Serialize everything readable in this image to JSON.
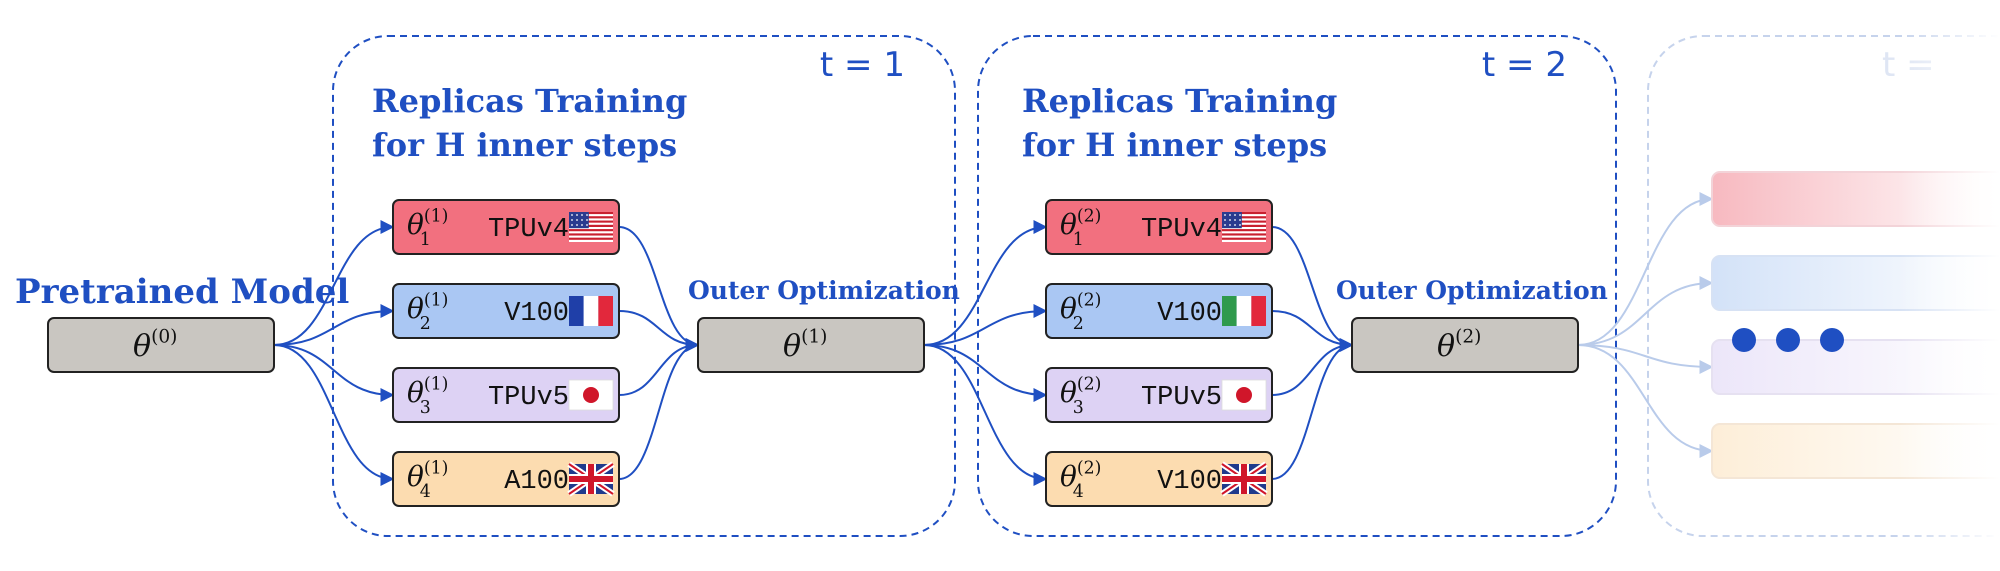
{
  "colors": {
    "accent": "#1f4fc2",
    "node_fill": "#c9c6c1",
    "red": "#f2707f",
    "blue": "#aac7f3",
    "purple": "#ddd2f4",
    "orange": "#fcdcb0"
  },
  "pretrained": {
    "label": "Pretrained Model",
    "node": {
      "symbol": "θ",
      "sup": "(0)"
    }
  },
  "rounds": [
    {
      "t_label": "t = 1",
      "title_line1": "Replicas Training",
      "title_line2": "for H inner steps",
      "outer_label": "Outer Optimization",
      "outer_node": {
        "symbol": "θ",
        "sup": "(1)"
      },
      "replicas": [
        {
          "symbol": "θ",
          "sup": "(1)",
          "sub": "1",
          "device": "TPUv4",
          "flag": "us-flag-icon",
          "color": "red"
        },
        {
          "symbol": "θ",
          "sup": "(1)",
          "sub": "2",
          "device": "V100",
          "flag": "fr-flag-icon",
          "color": "blue"
        },
        {
          "symbol": "θ",
          "sup": "(1)",
          "sub": "3",
          "device": "TPUv5",
          "flag": "jp-flag-icon",
          "color": "purple"
        },
        {
          "symbol": "θ",
          "sup": "(1)",
          "sub": "4",
          "device": "A100",
          "flag": "uk-flag-icon",
          "color": "orange"
        }
      ]
    },
    {
      "t_label": "t = 2",
      "title_line1": "Replicas Training",
      "title_line2": "for H inner steps",
      "outer_label": "Outer Optimization",
      "outer_node": {
        "symbol": "θ",
        "sup": "(2)"
      },
      "replicas": [
        {
          "symbol": "θ",
          "sup": "(2)",
          "sub": "1",
          "device": "TPUv4",
          "flag": "us-flag-icon",
          "color": "red"
        },
        {
          "symbol": "θ",
          "sup": "(2)",
          "sub": "2",
          "device": "V100",
          "flag": "it-flag-icon",
          "color": "blue"
        },
        {
          "symbol": "θ",
          "sup": "(2)",
          "sub": "3",
          "device": "TPUv5",
          "flag": "jp-flag-icon",
          "color": "purple"
        },
        {
          "symbol": "θ",
          "sup": "(2)",
          "sub": "4",
          "device": "V100",
          "flag": "uk-flag-icon",
          "color": "orange"
        }
      ]
    }
  ],
  "faded_round": {
    "t_label": "t ="
  }
}
